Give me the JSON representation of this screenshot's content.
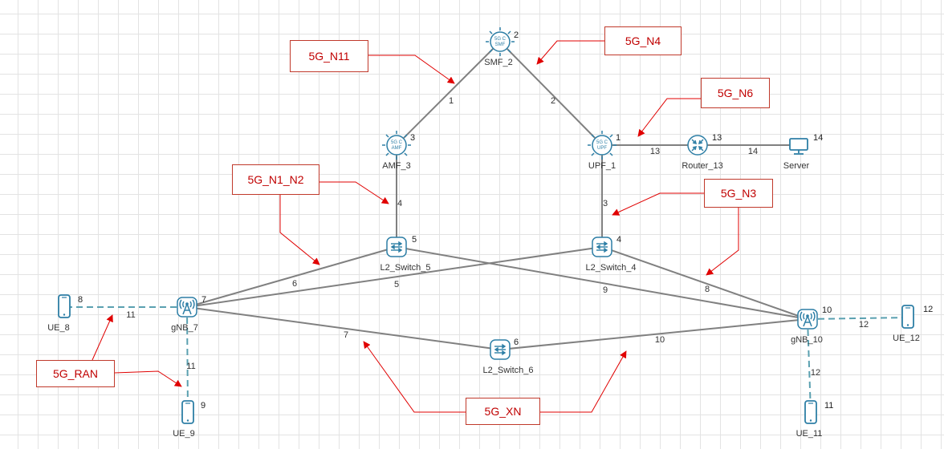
{
  "nodes": {
    "smf_2": {
      "label": "SMF_2",
      "id": "2",
      "icon_text": [
        "5G C",
        "SMF"
      ],
      "type": "core"
    },
    "amf_3": {
      "label": "AMF_3",
      "id": "3",
      "icon_text": [
        "5G C",
        "AMF"
      ],
      "type": "core"
    },
    "upf_1": {
      "label": "UPF_1",
      "id": "1",
      "icon_text": [
        "5G C",
        "UPF"
      ],
      "type": "core"
    },
    "router_13": {
      "label": "Router_13",
      "id": "13",
      "type": "router"
    },
    "server": {
      "label": "Server",
      "id": "14",
      "type": "server"
    },
    "l2_switch_5": {
      "label": "L2_Switch_5",
      "id": "5",
      "type": "switch"
    },
    "l2_switch_4": {
      "label": "L2_Switch_4",
      "id": "4",
      "type": "switch"
    },
    "l2_switch_6": {
      "label": "L2_Switch_6",
      "id": "6",
      "type": "switch"
    },
    "gnb_7": {
      "label": "gNB_7",
      "id": "7",
      "type": "gnb"
    },
    "gnb_10": {
      "label": "gNB_10",
      "id": "10",
      "type": "gnb"
    },
    "ue_8": {
      "label": "UE_8",
      "id": "8",
      "type": "ue"
    },
    "ue_9": {
      "label": "UE_9",
      "id": "9",
      "type": "ue"
    },
    "ue_11": {
      "label": "UE_11",
      "id": "11",
      "type": "ue"
    },
    "ue_12": {
      "label": "UE_12",
      "id": "12",
      "type": "ue"
    }
  },
  "links": [
    {
      "from": "smf_2",
      "to": "amf_3",
      "label": "1",
      "style": "wired"
    },
    {
      "from": "smf_2",
      "to": "upf_1",
      "label": "2",
      "style": "wired"
    },
    {
      "from": "upf_1",
      "to": "l2_switch_4",
      "label": "3",
      "style": "wired"
    },
    {
      "from": "amf_3",
      "to": "l2_switch_5",
      "label": "4",
      "style": "wired"
    },
    {
      "from": "l2_switch_4",
      "to": "gnb_7",
      "label": "5",
      "style": "wired"
    },
    {
      "from": "l2_switch_5",
      "to": "gnb_7",
      "label": "6",
      "style": "wired"
    },
    {
      "from": "gnb_7",
      "to": "l2_switch_6",
      "label": "7",
      "style": "wired"
    },
    {
      "from": "l2_switch_4",
      "to": "gnb_10",
      "label": "8",
      "style": "wired"
    },
    {
      "from": "l2_switch_5",
      "to": "gnb_10",
      "label": "9",
      "style": "wired"
    },
    {
      "from": "l2_switch_6",
      "to": "gnb_10",
      "label": "10",
      "style": "wired"
    },
    {
      "from": "gnb_7",
      "to": "ue_8",
      "label": "11",
      "style": "wireless"
    },
    {
      "from": "gnb_7",
      "to": "ue_9",
      "label": "11",
      "style": "wireless"
    },
    {
      "from": "gnb_10",
      "to": "ue_12",
      "label": "12",
      "style": "wireless"
    },
    {
      "from": "gnb_10",
      "to": "ue_11",
      "label": "12",
      "style": "wireless"
    },
    {
      "from": "upf_1",
      "to": "router_13",
      "label": "13",
      "style": "wired"
    },
    {
      "from": "router_13",
      "to": "server",
      "label": "14",
      "style": "wired"
    }
  ],
  "callouts": {
    "n11": "5G_N11",
    "n4": "5G_N4",
    "n6": "5G_N6",
    "n1_n2": "5G_N1_N2",
    "n3": "5G_N3",
    "ran": "5G_RAN",
    "xn": "5G_XN"
  },
  "colors": {
    "wired": "#808080",
    "wireless": "#5aa0b0",
    "icon": "#2e7fa6",
    "callout_text": "#c00000",
    "arrow": "#e00000"
  }
}
